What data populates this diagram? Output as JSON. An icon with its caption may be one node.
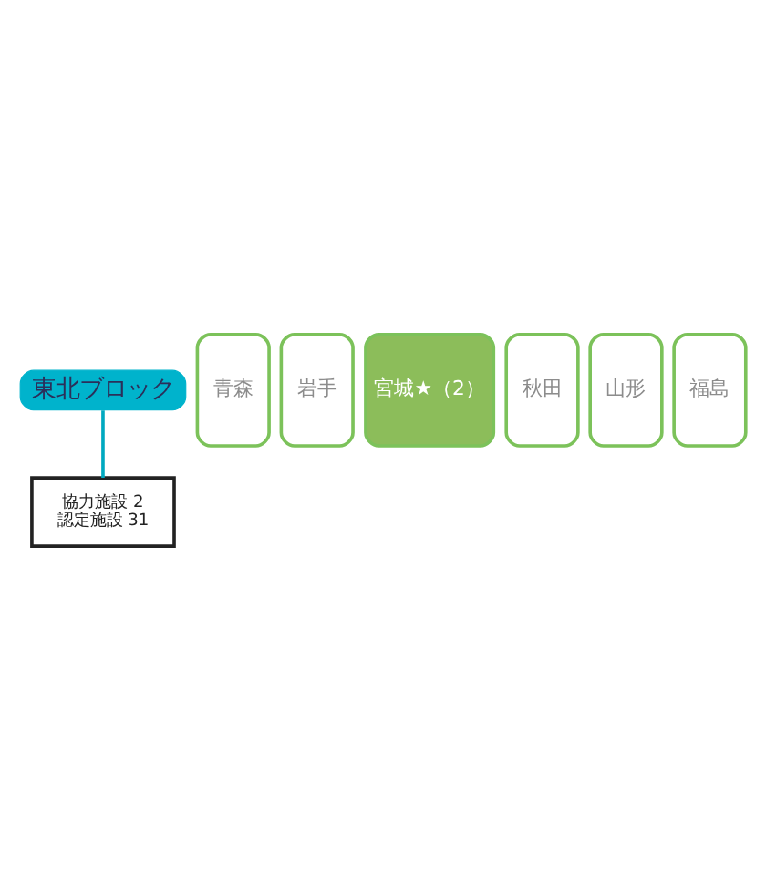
{
  "diagram": {
    "nodes": [
      {
        "text": [
          "東北ブロック"
        ]
      },
      {
        "text": [
          "青森"
        ]
      },
      {
        "text": [
          "岩手"
        ]
      },
      {
        "text": [
          "宮城★（2）"
        ]
      },
      {
        "text": [
          "秋田"
        ]
      },
      {
        "text": [
          "山形"
        ]
      },
      {
        "text": [
          "福島"
        ]
      },
      {
        "text": [
          "協力施設 2",
          "認定施設 31"
        ]
      }
    ],
    "edges": [
      {
        "from": 0,
        "to": 7,
        "arrow": "none",
        "color": "#00a9c0"
      }
    ]
  }
}
